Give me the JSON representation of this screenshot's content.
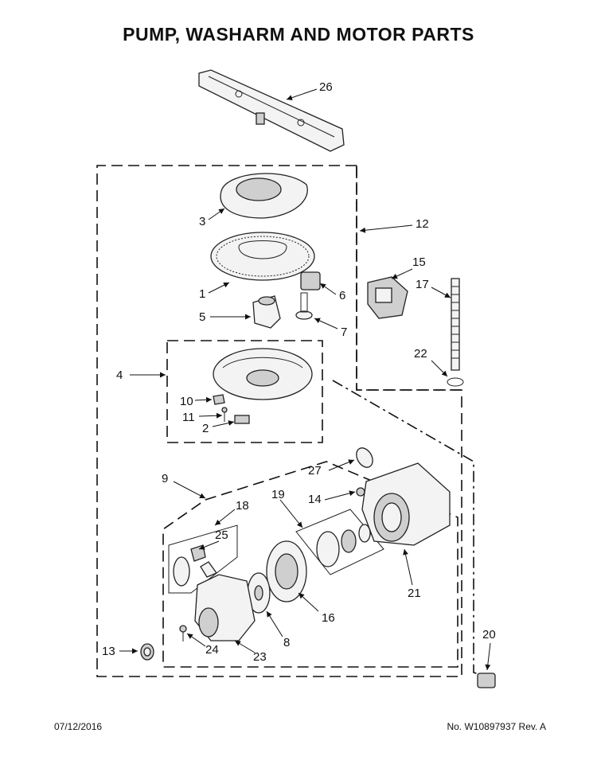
{
  "title": "PUMP, WASHARM AND MOTOR PARTS",
  "footer": {
    "date": "07/12/2016",
    "doc_number": "No.  W10897937  Rev.  A"
  },
  "callouts": {
    "c1": "1",
    "c2": "2",
    "c3": "3",
    "c4": "4",
    "c5": "5",
    "c6": "6",
    "c7": "7",
    "c8": "8",
    "c9": "9",
    "c10": "10",
    "c11": "11",
    "c12": "12",
    "c13": "13",
    "c14": "14",
    "c15": "15",
    "c16": "16",
    "c17": "17",
    "c18": "18",
    "c19": "19",
    "c20": "20",
    "c21": "21",
    "c22": "22",
    "c23": "23",
    "c24": "24",
    "c25": "25",
    "c26": "26",
    "c27": "27"
  }
}
